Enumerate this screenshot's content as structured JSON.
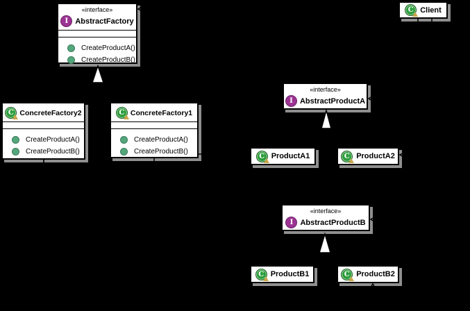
{
  "diagram": {
    "nodes": {
      "abstractFactory": {
        "stereotype": "«interface»",
        "name": "AbstractFactory",
        "methods": [
          "CreateProductA()",
          "CreateProductB()"
        ]
      },
      "client": {
        "name": "Client"
      },
      "concreteFactory2": {
        "name": "ConcreteFactory2",
        "methods": [
          "CreateProductA()",
          "CreateProductB()"
        ]
      },
      "concreteFactory1": {
        "name": "ConcreteFactory1",
        "methods": [
          "CreateProductA()",
          "CreateProductB()"
        ]
      },
      "abstractProductA": {
        "stereotype": "«interface»",
        "name": "AbstractProductA"
      },
      "productA1": {
        "name": "ProductA1"
      },
      "productA2": {
        "name": "ProductA2"
      },
      "abstractProductB": {
        "stereotype": "«interface»",
        "name": "AbstractProductB"
      },
      "productB1": {
        "name": "ProductB1"
      },
      "productB2": {
        "name": "ProductB2"
      }
    },
    "icons": {
      "interface_letter": "I",
      "class_letter": "C"
    },
    "colors": {
      "background": "#000000",
      "box_fill": "#FFFFFF",
      "box_border": "#000000",
      "shadow": "#8F8F8F",
      "interface_icon": "#9C3493",
      "class_icon": "#2E9E3E",
      "class_icon_badge": "#C9A54B",
      "method_visibility_dot": "#54A77D"
    },
    "relationships": [
      {
        "from": "ConcreteFactory2",
        "to": "AbstractFactory",
        "type": "realization"
      },
      {
        "from": "ConcreteFactory1",
        "to": "AbstractFactory",
        "type": "realization"
      },
      {
        "from": "ProductA1",
        "to": "AbstractProductA",
        "type": "realization"
      },
      {
        "from": "ProductA2",
        "to": "AbstractProductA",
        "type": "realization"
      },
      {
        "from": "ProductB1",
        "to": "AbstractProductB",
        "type": "realization"
      },
      {
        "from": "ProductB2",
        "to": "AbstractProductB",
        "type": "realization"
      },
      {
        "from": "Client",
        "to": "AbstractFactory",
        "type": "dependency"
      },
      {
        "from": "Client",
        "to": "AbstractProductA",
        "type": "dependency"
      },
      {
        "from": "Client",
        "to": "AbstractProductB",
        "type": "dependency"
      },
      {
        "from": "ConcreteFactory1",
        "to": "ProductA1",
        "type": "dependency"
      },
      {
        "from": "ConcreteFactory1",
        "to": "ProductB1",
        "type": "dependency"
      },
      {
        "from": "ConcreteFactory2",
        "to": "ProductA2",
        "type": "dependency"
      },
      {
        "from": "ConcreteFactory2",
        "to": "ProductB2",
        "type": "dependency"
      }
    ]
  }
}
